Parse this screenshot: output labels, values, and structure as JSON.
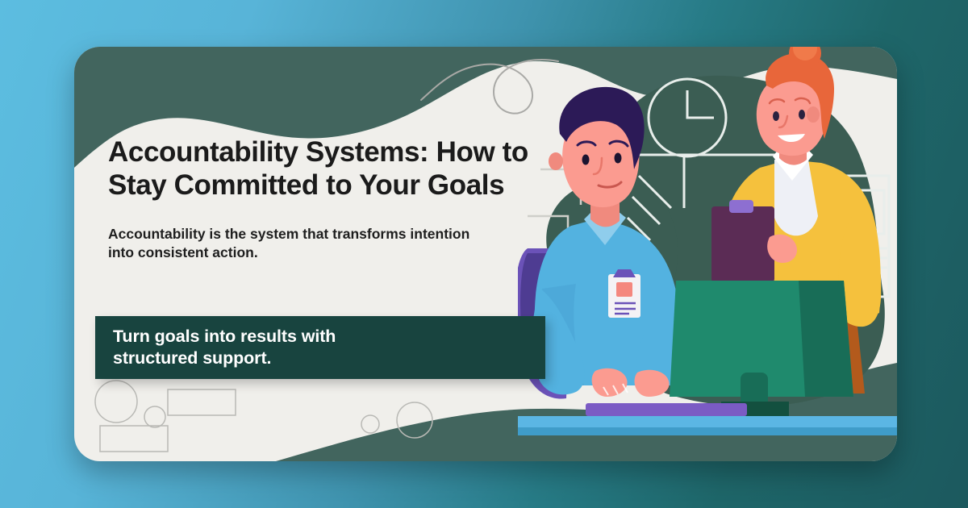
{
  "banner": {
    "headline": "Accountability Systems: How to\nStay Committed to Your Goals",
    "subheadline": "Accountability is the system that transforms intention\ninto consistent action.",
    "cta": "Turn goals into results with\nstructured support."
  },
  "illustration": {
    "alt_name": "two-coworkers-at-desk-illustration",
    "elements": [
      "woman-standing-with-clipboard",
      "man-seated-at-computer",
      "desktop-monitor",
      "keyboard",
      "desk",
      "office-chair",
      "wall-clock-outline",
      "window-frame-outline",
      "wall-poster-outline",
      "id-badge"
    ]
  },
  "decor": {
    "shapes": [
      "squiggle-line",
      "circle-outline-large",
      "circle-outline-small",
      "rectangle-outline-top",
      "rectangle-outline-bottom",
      "circle-outline-right-small",
      "circle-outline-right-large",
      "wave-band-top",
      "wave-band-bottom"
    ]
  },
  "colors": {
    "background_left": "#5cbde0",
    "background_right": "#1c595e",
    "card": "#f0efeb",
    "accent_dark_green": "#18443f",
    "wave_green": "#42655e",
    "blob_green": "#3b5d53",
    "shirt_blue": "#53b2e0",
    "cardigan_yellow": "#f5c13d",
    "hair_orange": "#e8663a",
    "monitor_green": "#1f8a6d",
    "desk_blue": "#5bb6e4",
    "keyboard_purple": "#7b5bc4",
    "skin": "#f49189",
    "headline_text": "#1b1b1b",
    "cta_text": "#ffffff"
  }
}
